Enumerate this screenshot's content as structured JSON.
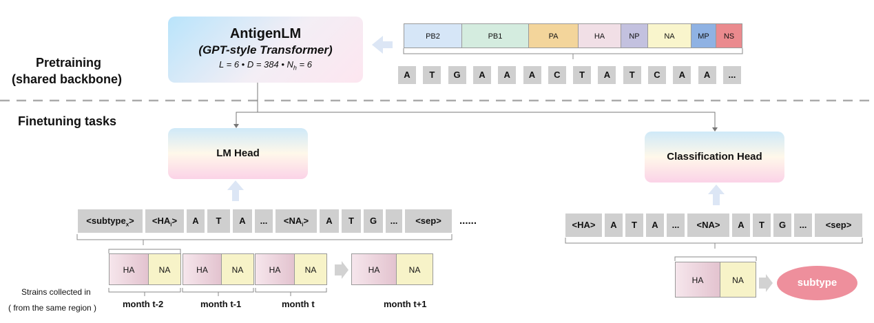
{
  "sections": {
    "pretraining_line1": "Pretraining",
    "pretraining_line2": "(shared backbone)",
    "finetuning": "Finetuning tasks"
  },
  "backbone": {
    "title": "AntigenLM",
    "subtitle": "(GPT-style Transformer)",
    "params": "L = 6 • D = 384 • N",
    "params_sub": "h",
    "params_tail": " = 6"
  },
  "segments": [
    "PB2",
    "PB1",
    "PA",
    "HA",
    "NP",
    "NA",
    "MP",
    "NS"
  ],
  "segment_colors": [
    "#d6e6f7",
    "#d4ecdf",
    "#f3d59b",
    "#f1dfe6",
    "#c3c1df",
    "#f9f5cc",
    "#8fb2e3",
    "#ea8a8e"
  ],
  "nucleotides": [
    "A",
    "T",
    "G",
    "A",
    "A",
    "A",
    "C",
    "T",
    "A",
    "T",
    "C",
    "A",
    "A",
    "..."
  ],
  "lm_head": {
    "label": "LM Head"
  },
  "cls_head": {
    "label": "Classification Head"
  },
  "lm_tokens": {
    "subtype": "<subtype",
    "subtype_sub": "x",
    "ha": "<HA",
    "ha_sub": "i",
    "na": "<NA",
    "na_sub": "i",
    "close": ">",
    "a": "A",
    "t": "T",
    "g": "G",
    "dots": "...",
    "sep": "<sep>",
    "trail": "......"
  },
  "cls_tokens": [
    "<HA>",
    "A",
    "T",
    "A",
    "...",
    "<NA>",
    "A",
    "T",
    "G",
    "...",
    "<sep>"
  ],
  "strains": {
    "ha": "HA",
    "na": "NA",
    "months": [
      "month t-2",
      "month t-1",
      "month t",
      "month t+1"
    ],
    "caption1": "Strains collected in",
    "caption2": "( from the same region )"
  },
  "subtype_label": "subtype",
  "colors": {
    "subtype_pill": "#ee8f9c",
    "dashed_line": "#aaaaaa",
    "arrow": "#dce6f5"
  }
}
